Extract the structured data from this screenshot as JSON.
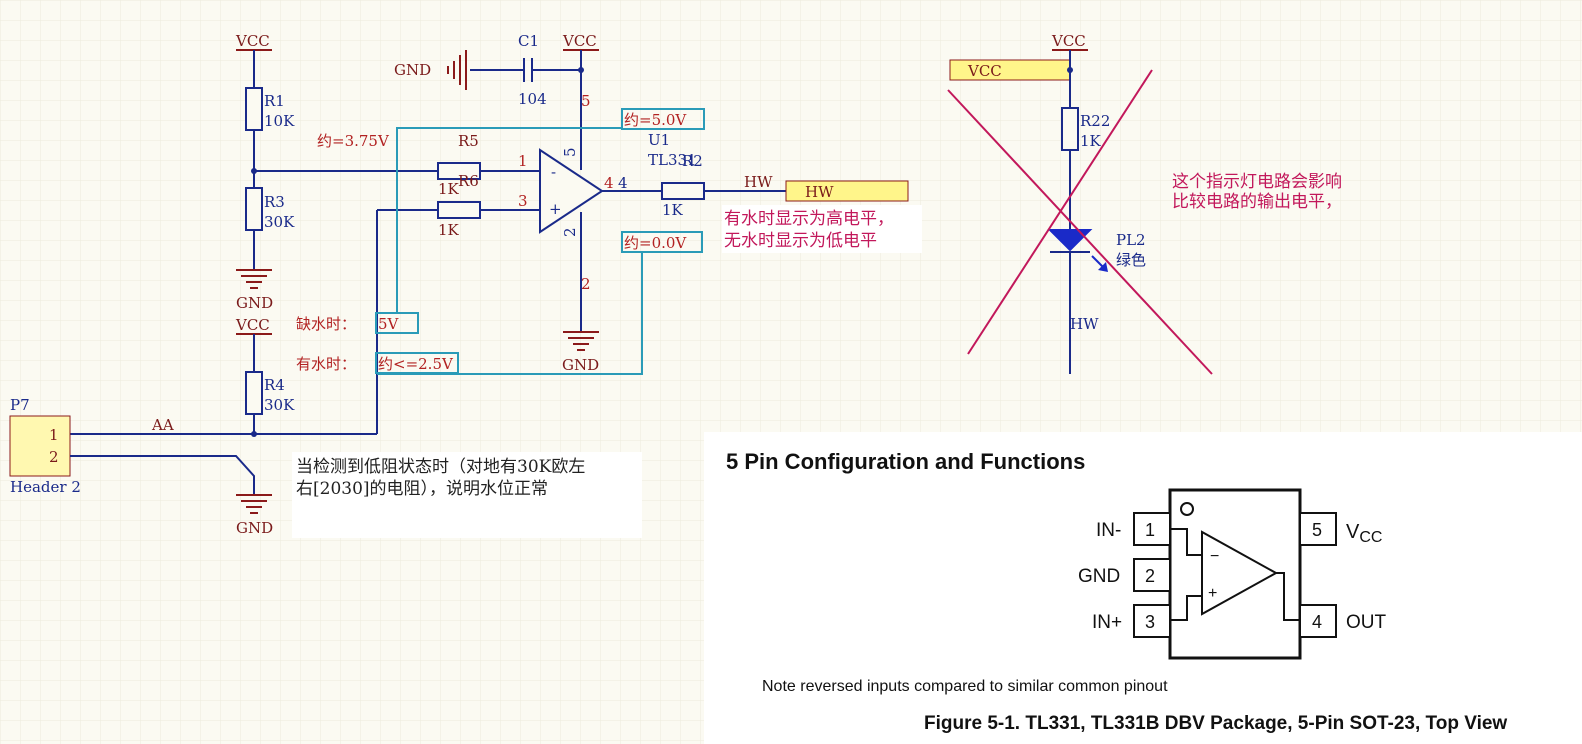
{
  "schematic": {
    "vcc": "VCC",
    "gnd": "GND",
    "c1": {
      "ref": "C1",
      "value": "104"
    },
    "r1": {
      "ref": "R1",
      "value": "10K"
    },
    "r3": {
      "ref": "R3",
      "value": "30K"
    },
    "r4": {
      "ref": "R4",
      "value": "30K"
    },
    "r5": {
      "ref": "R5",
      "value": "1K"
    },
    "r6": {
      "ref": "R6",
      "value": "1K"
    },
    "r2": {
      "ref": "R2",
      "value": "1K"
    },
    "u1": {
      "ref": "U1",
      "part": "TL331"
    },
    "pins": {
      "p1": "1",
      "p3": "3",
      "p4": "4",
      "p4b": "4",
      "p5": "5",
      "p2": "2",
      "p5b": "5",
      "p2b": "2"
    },
    "opamp_minus": "-",
    "opamp_plus": "+",
    "net_hw": "HW",
    "port_hw": "HW",
    "net_aa": "AA",
    "header": {
      "ref": "P7",
      "name": "Header 2",
      "pin1": "1",
      "pin2": "2"
    },
    "probe_v375": "约=3.75V",
    "probe_v5": "约=5.0V",
    "probe_v0": "约=0.0V",
    "no_water_label": "缺水时：",
    "no_water_value": "5V",
    "water_label": "有水时：",
    "water_value": "约<=2.5V",
    "output_note_1": "有水时显示为高电平，",
    "output_note_2": "无水时显示为低电平",
    "detect_note_1": "当检测到低阻状态时（对地有30K欧左",
    "detect_note_2": "右[2030]的电阻），说明水位正常"
  },
  "indicator": {
    "vcc": "VCC",
    "port_vcc": "VCC",
    "r22": {
      "ref": "R22",
      "value": "1K"
    },
    "led": {
      "ref": "PL2",
      "color": "绿色"
    },
    "net": "HW",
    "note_1": "这个指示灯电路会影响",
    "note_2": "比较电路的输出电平，"
  },
  "pinout": {
    "title": "5 Pin Configuration and Functions",
    "pins": [
      {
        "num": "1",
        "name": "IN-"
      },
      {
        "num": "2",
        "name": "GND"
      },
      {
        "num": "3",
        "name": "IN+"
      },
      {
        "num": "4",
        "name": "OUT"
      },
      {
        "num": "5",
        "name": "V",
        "sub": "CC"
      }
    ],
    "minus": "−",
    "plus": "+",
    "note": "Note reversed inputs compared to similar common pinout",
    "caption": "Figure 5-1. TL331, TL331B DBV Package, 5-Pin SOT-23, Top View"
  }
}
